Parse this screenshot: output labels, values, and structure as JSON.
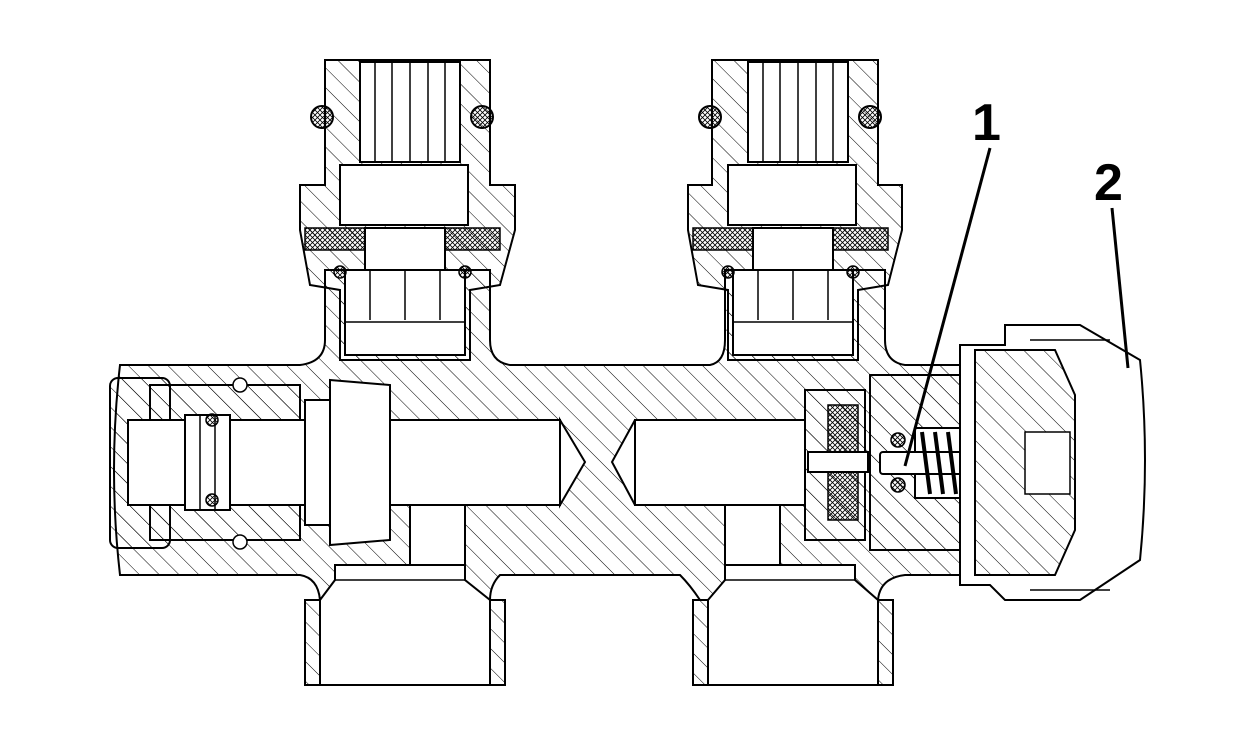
{
  "diagram": {
    "callouts": [
      {
        "id": "1",
        "label": "1"
      },
      {
        "id": "2",
        "label": "2"
      }
    ],
    "colors": {
      "line": "#000000",
      "hatch": "#000000",
      "background": "#ffffff"
    }
  }
}
